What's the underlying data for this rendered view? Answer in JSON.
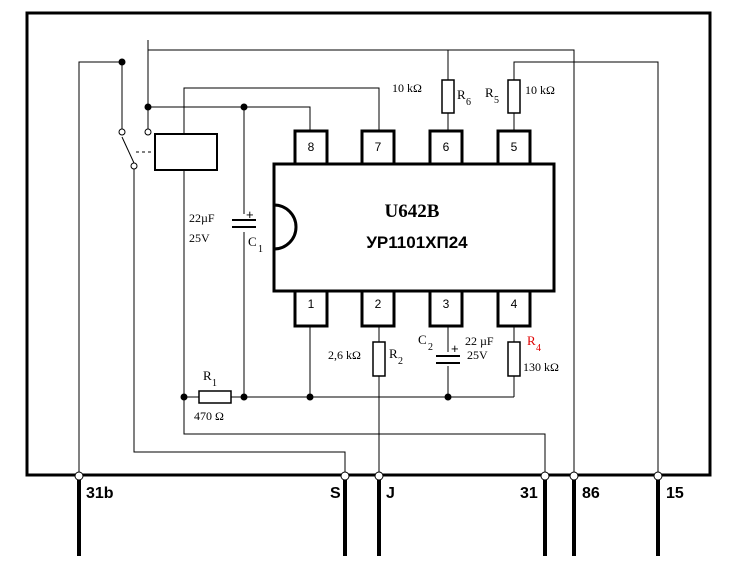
{
  "chip": {
    "name": "U642B",
    "name_alt": "УР1101ХП24"
  },
  "pins": [
    {
      "number": "1"
    },
    {
      "number": "2"
    },
    {
      "number": "3"
    },
    {
      "number": "4"
    },
    {
      "number": "5"
    },
    {
      "number": "6"
    },
    {
      "number": "7"
    },
    {
      "number": "8"
    }
  ],
  "components": {
    "r1": {
      "ref": "R",
      "sub": "1",
      "value": "470 Ω"
    },
    "r2": {
      "ref": "R",
      "sub": "2",
      "value": "2,6 kΩ"
    },
    "r4": {
      "ref": "R",
      "sub": "4",
      "value": "130 kΩ",
      "color": "#e00000"
    },
    "r5": {
      "ref": "R",
      "sub": "5",
      "value": "10 kΩ"
    },
    "r6": {
      "ref": "R",
      "sub": "6",
      "value": "10 kΩ"
    },
    "c1": {
      "ref": "C",
      "sub": "1",
      "value": "22µF",
      "voltage": "25V",
      "polarity": "+"
    },
    "c2": {
      "ref": "C",
      "sub": "2",
      "value": "22 µF",
      "voltage": "25V",
      "polarity": "+"
    }
  },
  "terminals": [
    {
      "label": "31b"
    },
    {
      "label": "S"
    },
    {
      "label": "J"
    },
    {
      "label": "31"
    },
    {
      "label": "86"
    },
    {
      "label": "15"
    }
  ]
}
